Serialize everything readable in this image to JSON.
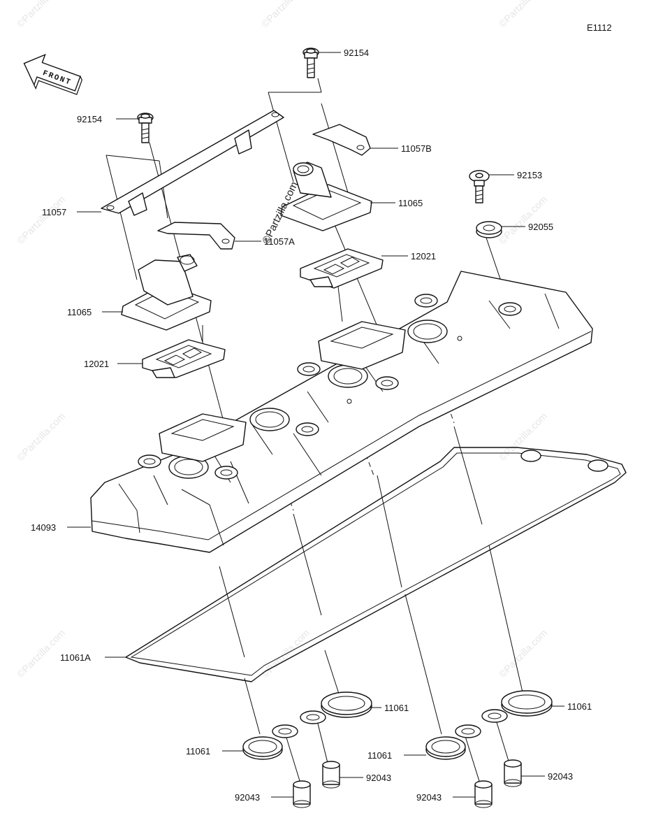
{
  "diagram_code": "E1112",
  "front_badge": "FRONT",
  "watermark_text": "©Partzilla.com",
  "part_labels": {
    "bolt_top": "92154",
    "bolt_left": "92154",
    "bracket_b": "11057B",
    "bolt_right": "92153",
    "washer_right": "92055",
    "cover_breather_right": "11065",
    "bracket_main": "11057",
    "bracket_a": "11057A",
    "gasket_right": "12021",
    "cover_breather_left": "11065",
    "gasket_left": "12021",
    "head_cover": "14093",
    "gasket_cover": "11061A",
    "plug_gasket_a": "11061",
    "plug_gasket_b": "11061",
    "plug_gasket_c": "11061",
    "plug_gasket_d": "11061",
    "sleeve_a": "92043",
    "sleeve_b": "92043",
    "sleeve_c": "92043",
    "sleeve_d": "92043"
  }
}
